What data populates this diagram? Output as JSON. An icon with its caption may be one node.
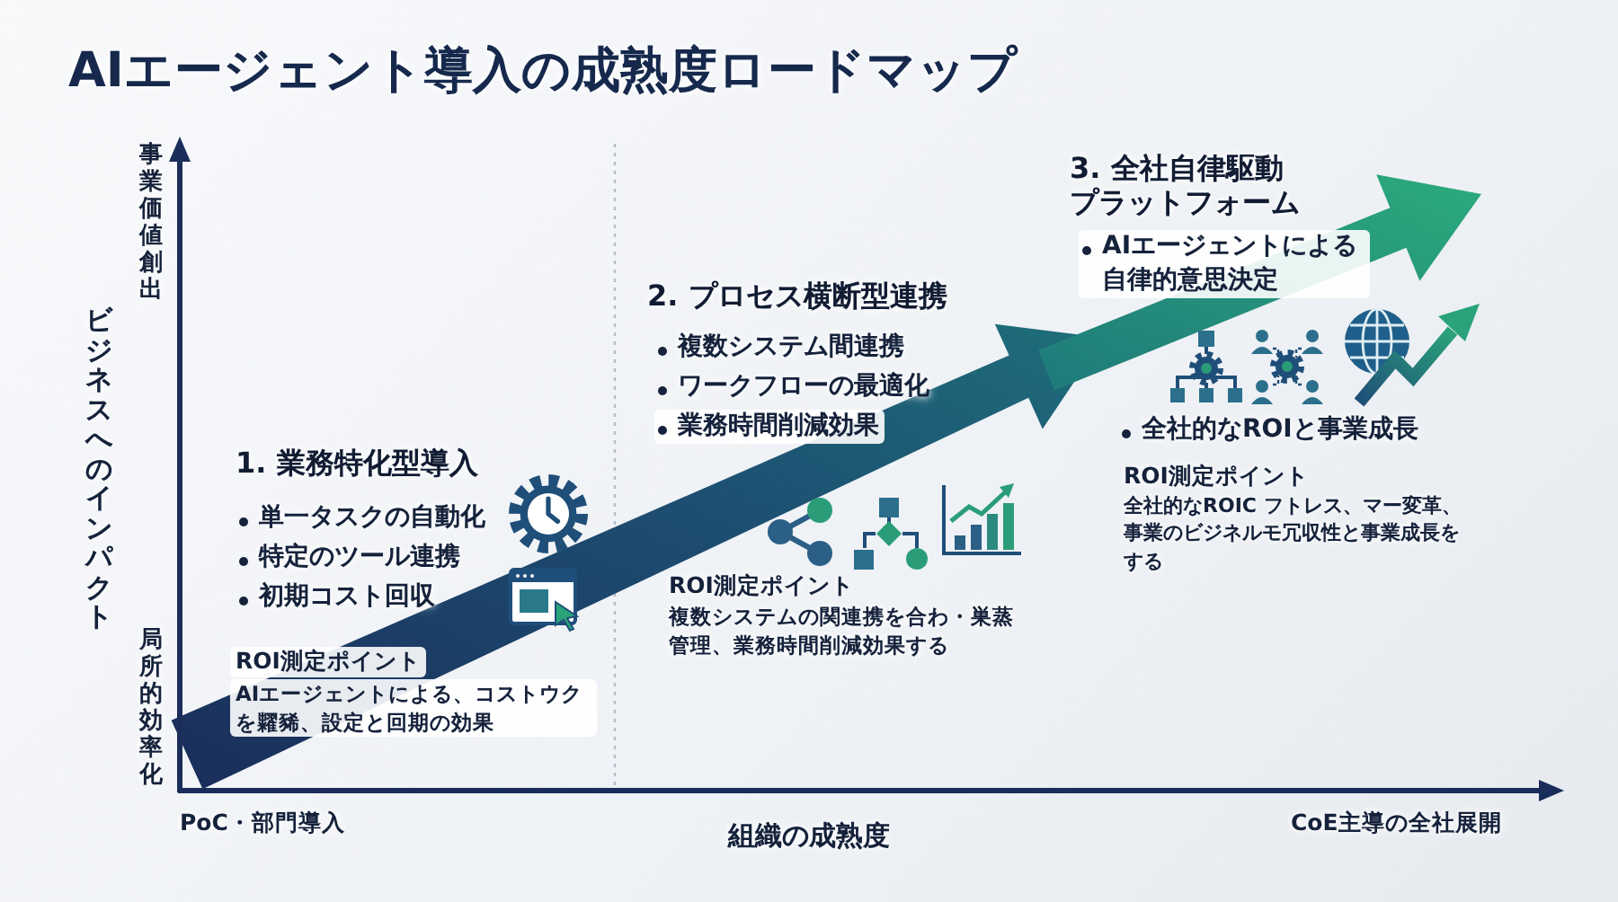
{
  "diagram": {
    "title": "AIエージェント導入の成熟度ロードマップ",
    "labels": [
      "事業価値創出",
      "ビジネスへのインパクト",
      "局所的効率化",
      "1. 業務特化型導入",
      "単一タスクの自動化",
      "特定のツール連携",
      "初期コスト回収",
      "ROI測定ポイント",
      "AIエージェントによる、コストウクを糶豨、設定と回期の効果",
      "2. プロセス横断型連携",
      "複数システム間連携",
      "ワークフローの最適化",
      "業務時間削減効果",
      "ROI測定ポイント",
      "複数システムの関連携を合わ・巣蒸管理、業務時間削減効果する",
      "3. 全社自律駆動プラットフォーム",
      "AIエージェントによる自律的意思決定",
      "全社的なROIと事業成長",
      "ROI測定ポイント",
      "全社的なROIC フトレス、マー変革、事業のビジネルモ冗収性と事業成長をする",
      "PoC・部門導入",
      "組織の成熟度",
      "CoE主導の全社展開"
    ]
  }
}
